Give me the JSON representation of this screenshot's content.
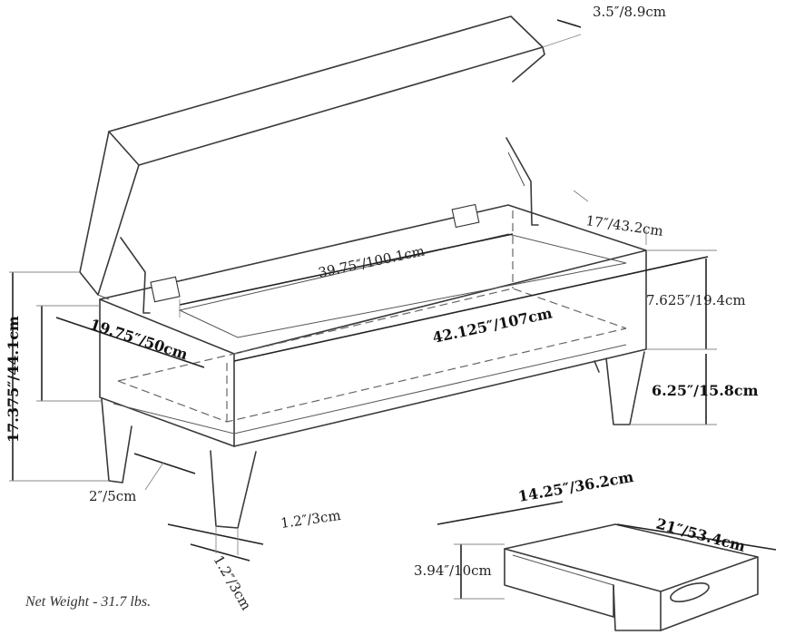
{
  "dimensions": {
    "lid_thickness": "3.5″/8.9cm",
    "depth": "17″/43.2cm",
    "interior_length": "39.75″/100.1cm",
    "total_width": "42.125″/107cm",
    "box_height": "7.625″/19.4cm",
    "leg_height": "6.25″/15.8cm",
    "total_depth": "19.75″/50cm",
    "total_height": "17.375″/44.1cm",
    "leg_inset": "2″/5cm",
    "leg_width_a": "1.2″/3cm",
    "leg_width_b": "1.2″/3cm",
    "tray_width": "14.25″/36.2cm",
    "tray_length": "21″/53.4cm",
    "tray_height": "3.94″/10cm"
  },
  "net_weight": "Net Weight - 31.7 lbs.",
  "colors": {
    "line": "#3a3a3a",
    "dimension": "#222222",
    "background": "#ffffff"
  }
}
